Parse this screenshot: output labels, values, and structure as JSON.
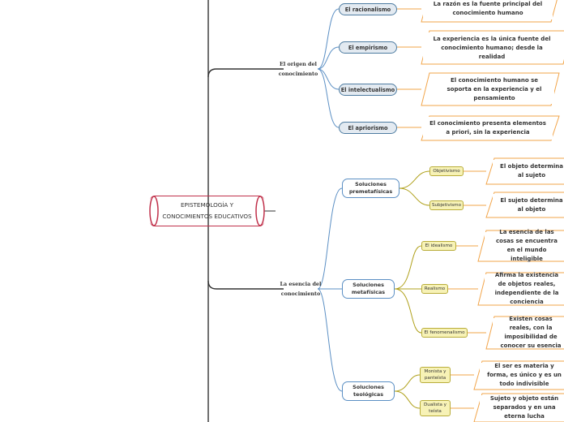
{
  "root": {
    "label": "EPISTEMOLOGÍA Y CONOCIMIENTOS EDUCATIVOS"
  },
  "branches": [
    {
      "label": "El origen del conocimiento",
      "children": [
        {
          "label": "El racionalismo",
          "leaf": "La razón es la fuente principal del conocimiento humano"
        },
        {
          "label": "El empirismo",
          "leaf": "La experiencia es la única fuente del conocimiento humano; desde la realidad"
        },
        {
          "label": "El intelectualismo",
          "leaf": "El conocimiento humano se soporta en la experiencia y el pensamiento"
        },
        {
          "label": "El apriorismo",
          "leaf": "El conocimiento presenta elementos a priori, sin la experiencia"
        }
      ]
    },
    {
      "label": "La esencia del conocimiento",
      "children": [
        {
          "label": "Soluciones premetafísicas",
          "children": [
            {
              "label": "Objetivismo",
              "leaf": "El objeto determina al sujeto"
            },
            {
              "label": "Subjetivismo",
              "leaf": "El sujeto determina al objeto"
            }
          ]
        },
        {
          "label": "Soluciones metafísicas",
          "children": [
            {
              "label": "El idealismo",
              "leaf": "La esencia de las cosas se encuentra en el mundo inteligible"
            },
            {
              "label": "Realismo",
              "leaf": "Afirma la existencia de objetos reales, independiente de la conciencia"
            },
            {
              "label": "El fenomenalismo",
              "leaf": "Existen cosas reales, con la imposibilidad de conocer su esencia"
            }
          ]
        },
        {
          "label": "Soluciones teológicas",
          "children": [
            {
              "label": "Monista y panteísta",
              "leaf": "El ser es materia y forma, es único y es un todo indivisible"
            },
            {
              "label": "Dualista y teísta",
              "leaf": "Sujeto y objeto están separados y en una eterna lucha"
            }
          ]
        }
      ]
    }
  ],
  "colors": {
    "root_border": "#c0304a",
    "branch_line": "#333333",
    "blue_connector": "#5b8fc4",
    "blue_pill_fill": "#e3eaf1",
    "blue_pill_border": "#4e7ca1",
    "yellow_fill": "#f7f2b6",
    "yellow_border": "#b9ad3a",
    "orange_border": "#f2a54a",
    "olive_connector": "#b0a11c"
  }
}
